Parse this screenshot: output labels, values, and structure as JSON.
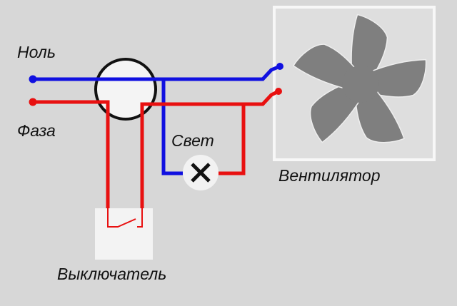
{
  "labels": {
    "neutral": "Ноль",
    "phase": "Фаза",
    "light": "Свет",
    "fan": "Вентилятор",
    "switch": "Выключатель"
  },
  "colors": {
    "neutral_wire": "#1010e0",
    "phase_wire": "#e81010",
    "background": "#d7d7d7",
    "fan_blades": "#7f7f7f"
  },
  "icons": [
    "junction-box-icon",
    "lamp-icon",
    "fan-icon",
    "switch-icon"
  ]
}
